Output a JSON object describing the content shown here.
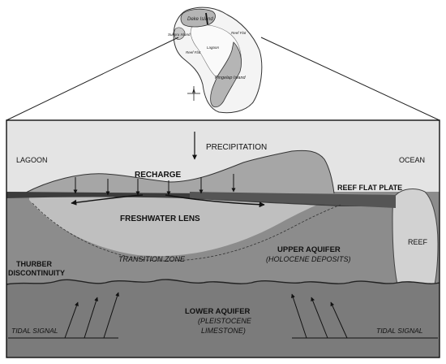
{
  "map": {
    "labels": {
      "deke": "Deke Island",
      "sukoru": "Sukoru Island",
      "reef_flat_north": "Reef Flat",
      "reef_flat_west": "Reef Flat",
      "lagoon": "Lagoon",
      "pingelap": "Pingelap Island"
    }
  },
  "section": {
    "labels": {
      "lagoon": "LAGOON",
      "ocean": "OCEAN",
      "precipitation": "PRECIPITATION",
      "recharge": "RECHARGE",
      "reef_flat_plate": "REEF FLAT PLATE",
      "freshwater_lens": "FRESHWATER LENS",
      "reef": "REEF",
      "thurber_line1": "THURBER",
      "thurber_line2": "DISCONTINUITY",
      "transition_zone": "TRANSITION ZONE",
      "upper_aquifer": "UPPER AQUIFER",
      "upper_aquifer_sub": "(HOLOCENE DEPOSITS)",
      "lower_aquifer": "LOWER AQUIFER",
      "lower_aquifer_sub1": "(PLEISTOCENE",
      "lower_aquifer_sub2": "LIMESTONE)",
      "tidal_left": "TIDAL SIGNAL",
      "tidal_right": "TIDAL SIGNAL"
    }
  },
  "colors": {
    "sky": "#e4e4e4",
    "island": "#a6a6a6",
    "upper_aquifer": "#8c8c8c",
    "lens": "#bfbfbf",
    "lower_aquifer": "#7b7b7b",
    "reef": "#d2d2d2",
    "surface_band": "#3c3c3c"
  }
}
